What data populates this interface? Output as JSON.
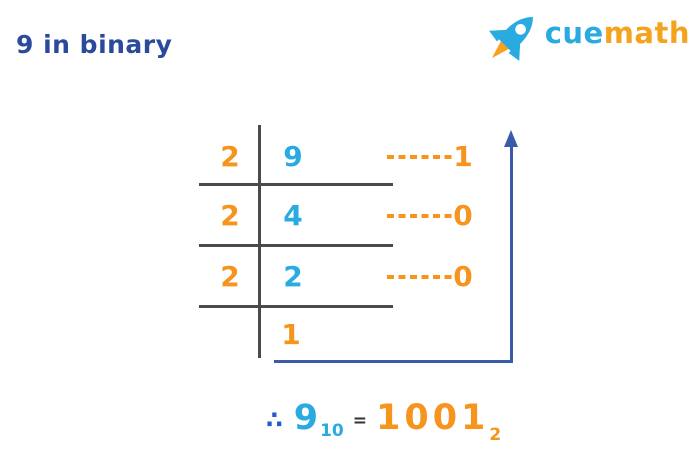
{
  "page": {
    "title": "9 in binary"
  },
  "logo": {
    "cue": "cue",
    "math": "math",
    "icon": "rocket-icon",
    "cue_color": "#29abe2",
    "math_color": "#f5a31d"
  },
  "division_table": {
    "rows": [
      {
        "divisor": "2",
        "quotient": "9",
        "remainder": "1"
      },
      {
        "divisor": "2",
        "quotient": "4",
        "remainder": "0"
      },
      {
        "divisor": "2",
        "quotient": "2",
        "remainder": "0"
      },
      {
        "quotient": "1"
      }
    ]
  },
  "arrow": {
    "icon": "arrow-up-icon",
    "direction": "up"
  },
  "equation": {
    "therefore": "∴",
    "decimal_value": "9",
    "decimal_base": "10",
    "equals": "=",
    "binary_value": "1001",
    "binary_base": "2"
  },
  "colors": {
    "title_blue": "#2b4a9c",
    "light_blue": "#29abe2",
    "orange": "#f7941d",
    "arrow_blue": "#3a5ba9",
    "therefore_blue": "#1f5ccc",
    "line_gray": "#4a4a4a"
  }
}
